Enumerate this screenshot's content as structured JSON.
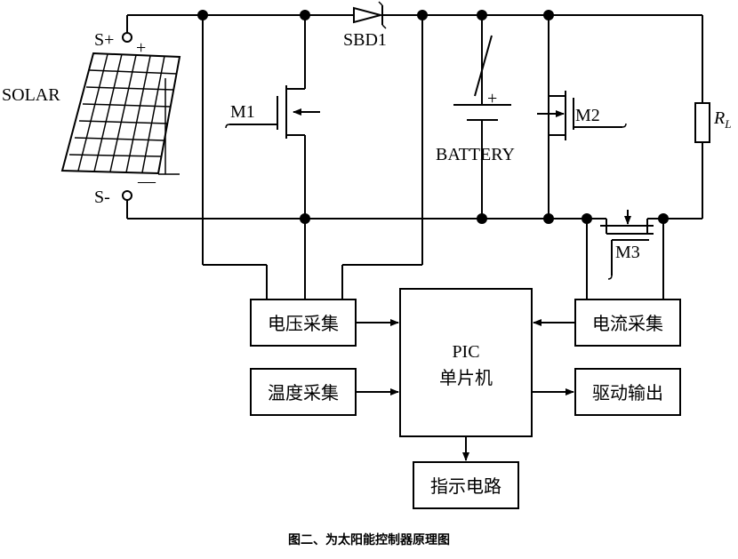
{
  "labels": {
    "solar": "SOLAR",
    "s_plus": "S+",
    "s_minus": "S-",
    "plus": "+",
    "minus": "—",
    "battery_plus": "+",
    "sbd1": "SBD1",
    "m1": "M1",
    "m2": "M2",
    "m3": "M3",
    "battery": "BATTERY",
    "rl_main": "R",
    "rl_sub": "L"
  },
  "blocks": {
    "voltage_sampling": "电压采集",
    "temperature_sampling": "温度采集",
    "current_sampling": "电流采集",
    "drive_output": "驱动输出",
    "indicator_circuit": "指示电路",
    "pic_line1": "PIC",
    "pic_line2": "单片机"
  },
  "caption": "图二、为太阳能控制器原理图",
  "colors": {
    "line": "#000000",
    "background": "#ffffff"
  }
}
